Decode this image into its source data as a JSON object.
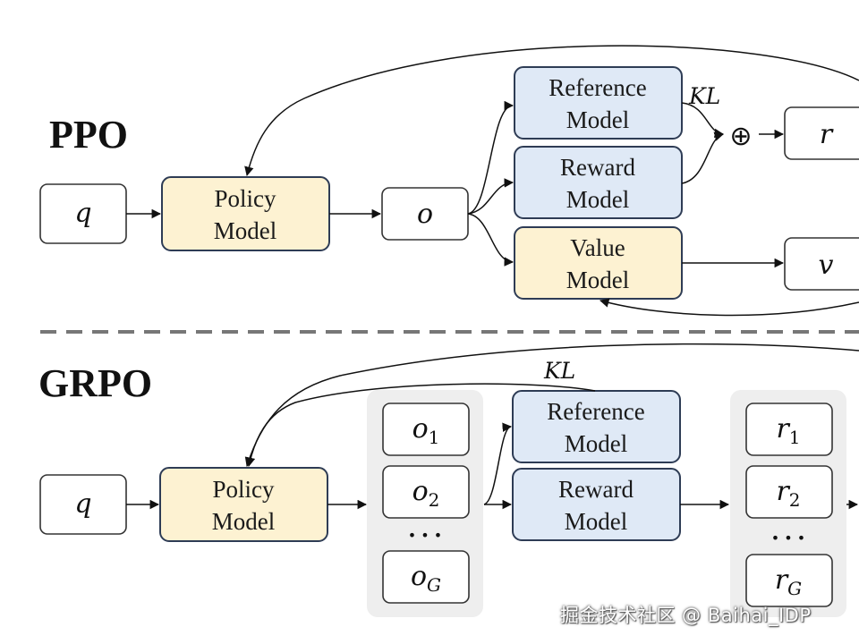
{
  "ppo": {
    "title": "PPO",
    "q": "q",
    "policy_model": [
      "Policy",
      "Model"
    ],
    "o": "o",
    "reference_model": [
      "Reference",
      "Model"
    ],
    "reward_model": [
      "Reward",
      "Model"
    ],
    "value_model": [
      "Value",
      "Model"
    ],
    "kl": "KL",
    "combine_symbol": "⊕",
    "r": "r",
    "v": "v"
  },
  "grpo": {
    "title": "GRPO",
    "q": "q",
    "policy_model": [
      "Policy",
      "Model"
    ],
    "kl": "KL",
    "outputs": [
      {
        "base": "o",
        "sub": "1"
      },
      {
        "base": "o",
        "sub": "2"
      },
      {
        "base": "o",
        "sub": "G"
      }
    ],
    "reference_model": [
      "Reference",
      "Model"
    ],
    "reward_model": [
      "Reward",
      "Model"
    ],
    "rewards": [
      {
        "base": "r",
        "sub": "1"
      },
      {
        "base": "r",
        "sub": "2"
      },
      {
        "base": "r",
        "sub": "G"
      }
    ],
    "ellipsis": "• • •"
  },
  "watermark": "掘金技术社区 @ Baihai_IDP",
  "colors": {
    "yellow_fill": "#fdf2d2",
    "blue_fill": "#dfe9f6",
    "box_stroke": "#2e3c55",
    "group_bg": "#eeeeee",
    "divider": "#777777"
  }
}
